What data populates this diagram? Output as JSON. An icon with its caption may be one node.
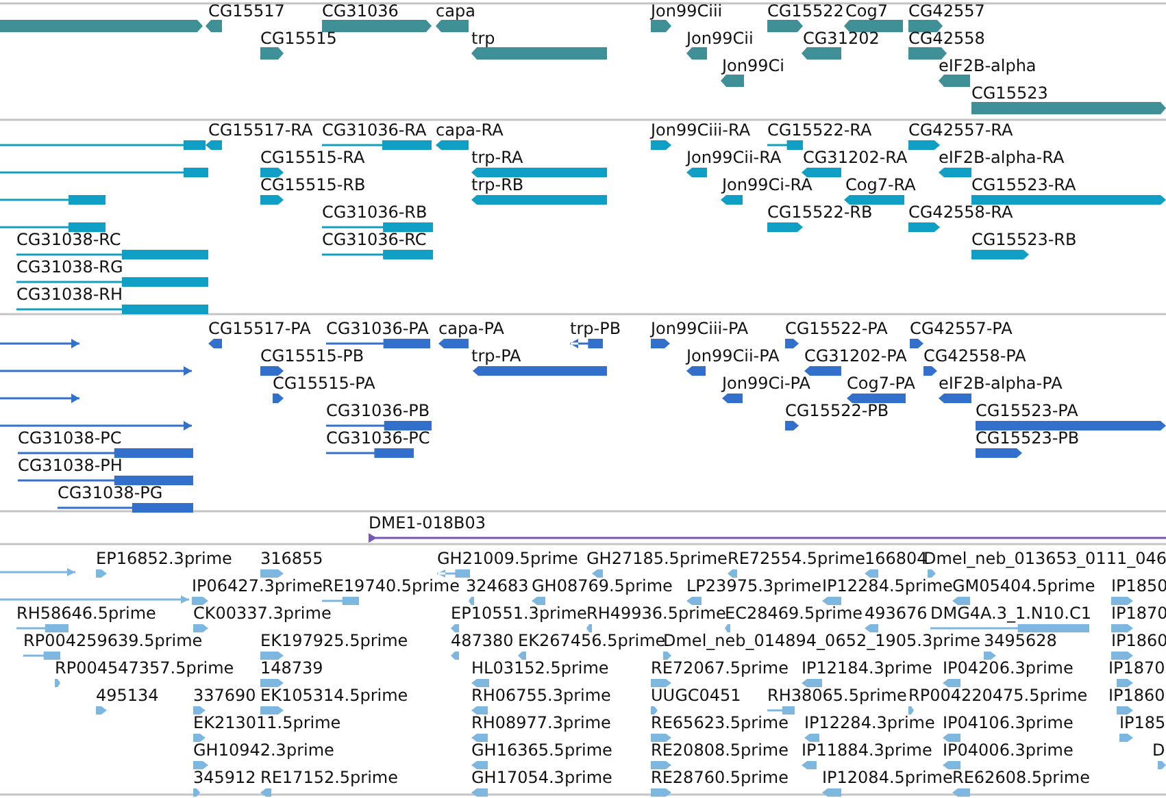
{
  "diagram": {
    "labels": [
      "CG15517",
      "CG31036",
      "capa",
      "Jon99Ciii",
      "CG15522",
      "Cog7",
      "CG42557",
      "CG15515",
      "trp",
      "Jon99Cii",
      "CG31202",
      "CG42558",
      "Jon99Ci",
      "eIF2B-alpha",
      "CG15523",
      "CG15517-RA",
      "CG31036-RA",
      "capa-RA",
      "Jon99Ciii-RA",
      "CG15522-RA",
      "CG42557-RA",
      "CG15515-RA",
      "trp-RA",
      "Jon99Cii-RA",
      "CG31202-RA",
      "eIF2B-alpha-RA",
      "CG15515-RB",
      "trp-RB",
      "Jon99Ci-RA",
      "Cog7-RA",
      "CG15523-RA",
      "CG31036-RB",
      "CG15522-RB",
      "CG42558-RA",
      "CG31038-RC",
      "CG31036-RC",
      "CG15523-RB",
      "CG31038-RG",
      "CG31038-RH",
      "CG15517-PA",
      "CG31036-PA",
      "capa-PA",
      "trp-PB",
      "Jon99Ciii-PA",
      "CG15522-PA",
      "CG42557-PA",
      "CG15515-PB",
      "trp-PA",
      "Jon99Cii-PA",
      "CG31202-PA",
      "CG42558-PA",
      "CG15515-PA",
      "Jon99Ci-PA",
      "Cog7-PA",
      "eIF2B-alpha-PA",
      "CG31036-PB",
      "CG15522-PB",
      "CG15523-PA",
      "CG31038-PC",
      "CG31036-PC",
      "CG15523-PB",
      "CG31038-PH",
      "CG31038-PG",
      "DME1-018B03",
      "EP16852.3prime",
      "316855",
      "GH21009.5prime",
      "GH27185.5prime",
      "RE72554.5prime",
      "166804",
      "Dmel_neb_013653_0111_046",
      "IP06427.3prime",
      "RE19740.5prime",
      "324683",
      "GH08769.5prime",
      "LP23975.3prime",
      "IP12284.5prime",
      "GM05404.5prime",
      "IP1850",
      "RH58646.5prime",
      "CK00337.3prime",
      "EP10551.3prime",
      "RH49936.5prime",
      "EC28469.5prime",
      "493676",
      "DMG4A.3_1.N10.C1",
      "IP1870",
      "RP004259639.5prime",
      "EK197925.5prime",
      "487380",
      "EK267456.5prime",
      "Dmel_neb_014894_0652_1905.3prime",
      "3495628",
      "IP1860",
      "RP004547357.5prime",
      "148739",
      "HL03152.5prime",
      "RE72067.5prime",
      "IP12184.3prime",
      "IP04206.3prime",
      "IP1870",
      "495134",
      "337690",
      "EK105314.5prime",
      "RH06755.3prime",
      "UUGC0451",
      "RH38065.5prime",
      "RP004220475.5prime",
      "IP1860",
      "EK213011.5prime",
      "RH08977.3prime",
      "RE65623.5prime",
      "IP12284.3prime",
      "IP04106.3prime",
      "IP185",
      "GH10942.3prime",
      "GH16365.5prime",
      "RE20808.5prime",
      "IP11884.3prime",
      "IP04006.3prime",
      "D",
      "345912",
      "RE17152.5prime",
      "GH17054.3prime",
      "RE28760.5prime",
      "IP12084.5prime",
      "RE62608.5prime"
    ]
  }
}
